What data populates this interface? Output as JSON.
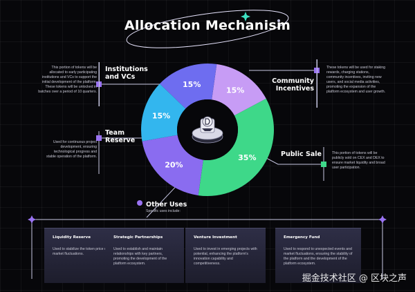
{
  "title": "Allocation Mechanism",
  "chart_data": {
    "type": "pie",
    "donut": true,
    "slices": [
      {
        "label": "Community Incentives",
        "value": 15,
        "display": "15%",
        "color": "#c79cf5"
      },
      {
        "label": "Public Sale",
        "value": 35,
        "display": "35%",
        "color": "#3ed889"
      },
      {
        "label": "Other Uses",
        "value": 20,
        "display": "20%",
        "color": "#8a6cf0"
      },
      {
        "label": "Team Reserve",
        "value": 15,
        "display": "15%",
        "color": "#33b6ee"
      },
      {
        "label": "Institutions and VCs",
        "value": 15,
        "display": "15%",
        "color": "#6e6df0"
      }
    ]
  },
  "labels": {
    "institutions": "Institutions\nand VCs",
    "community": "Community\nIncentives",
    "team": "Team\nReserve",
    "public_sale": "Public Sale",
    "other_uses": "Other Uses",
    "other_uses_sub": "Specific uses include:"
  },
  "descriptions": {
    "institutions": "This portion of tokens will be\nallocated to early participating\ninstitutions and VCs to support the\ninitial development of the platform.\nThese tokens will be unlocked in\nbatches over a period of 10 quarters.",
    "community": "These tokens will be used for staking\nrewards, charging stations,\ncommunity incentives, inviting new\nusers, and social media activities,\npromoting the expansion of the\nplatform ecosystem and user growth.",
    "team": "Used for continuous project\ndevelopment, ensuring\ntechnological progress and\nstable operation of the platform.",
    "public_sale": "This portion of tokens will be\npublicly sold on CEX and DEX to\nensure market liquidity and broad\nuser participation."
  },
  "cards": [
    {
      "title": "Liquidity Reserve",
      "desc": "Used to stabilize the token price during market fluctuations."
    },
    {
      "title": "Strategic Partnerships",
      "desc": "Used to establish and maintain relationships with key partners, promoting the development of the platform ecosystem."
    },
    {
      "title": "Venture Investment",
      "desc": "Used to invest in emerging projects with potential, enhancing the platform's innovation capability and competitiveness."
    },
    {
      "title": "Emergency Fund",
      "desc": "Used to respond to unexpected events and market fluctuations, ensuring the stability of the platform and the development of the platform ecosystem."
    }
  ],
  "watermark": "掘金技术社区 @ 区块之声",
  "colors": {
    "line": "#c8c8e4",
    "node": "#9a73f2",
    "node_green": "#3ed889",
    "sparkle": "#3ee0c2"
  }
}
